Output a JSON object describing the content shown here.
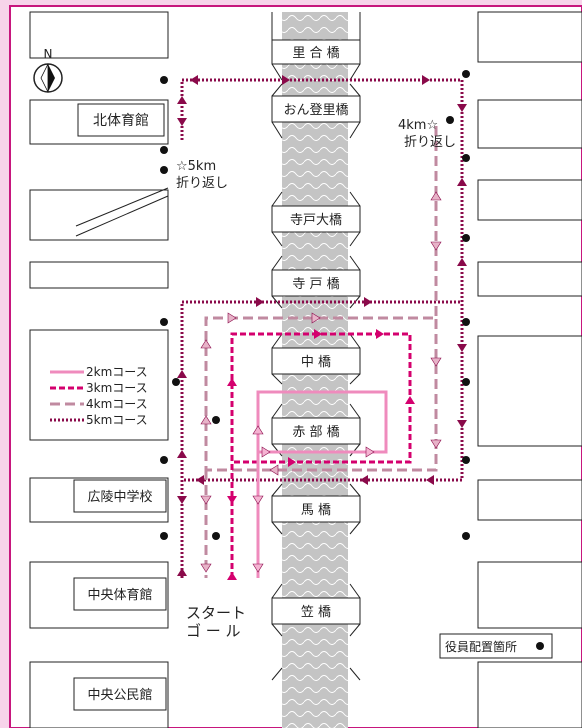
{
  "north_label": "N",
  "buildings": {
    "kita": "北体育館",
    "koryo": "広陵中学校",
    "chuo_gym": "中央体育館",
    "chuo_kominkan": "中央公民館"
  },
  "bridges": [
    {
      "id": "satoai",
      "label": "里 合 橋"
    },
    {
      "id": "ontori",
      "label": "おん登里橋"
    },
    {
      "id": "terado-dai",
      "label": "寺戸大橋"
    },
    {
      "id": "terado",
      "label": "寺 戸 橋"
    },
    {
      "id": "naka",
      "label": "中   橋"
    },
    {
      "id": "akabe",
      "label": "赤 部 橋"
    },
    {
      "id": "uma",
      "label": "馬   橋"
    },
    {
      "id": "kasa",
      "label": "笠   橋"
    }
  ],
  "turn_5km": {
    "line1": "☆5km",
    "line2": "折り返し"
  },
  "turn_4km": {
    "line1": "4km☆",
    "line2": "折り返し"
  },
  "start_goal": {
    "line1": "スタート",
    "line2": "ゴ ー ル"
  },
  "legend": [
    {
      "label": "2kmコース",
      "color": "#ef8bbd",
      "style": "solid"
    },
    {
      "label": "3kmコース",
      "color": "#d4006e",
      "style": "dashed"
    },
    {
      "label": "4kmコース",
      "color": "#c08aa0",
      "style": "longdash"
    },
    {
      "label": "5kmコース",
      "color": "#8a0a4a",
      "style": "dotted"
    }
  ],
  "staff_legend": "役員配置箇所",
  "colors": {
    "background": "#f7d4ea",
    "frame": "#c7167d",
    "course_2km": "#ef8bbd",
    "course_3km": "#d4006e",
    "course_4km": "#c08aa0",
    "course_5km": "#8a0a4a",
    "river": "#aaaaaa"
  }
}
